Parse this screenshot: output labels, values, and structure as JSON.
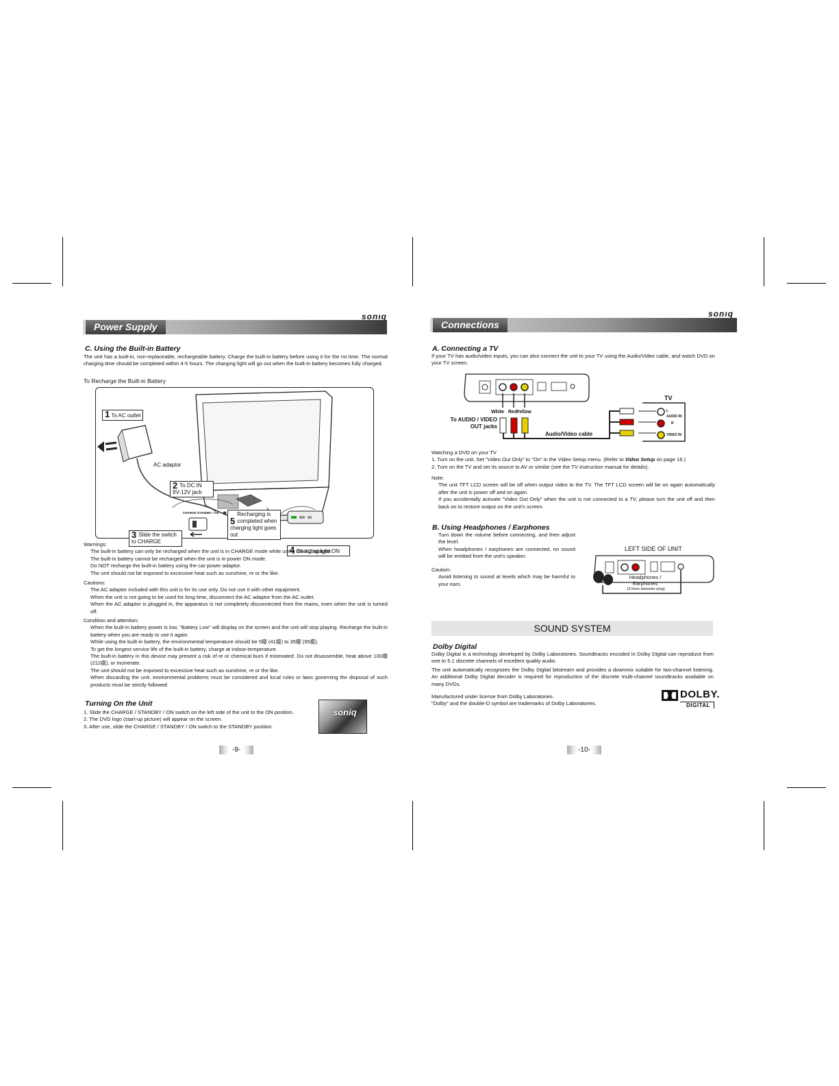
{
  "left_page": {
    "brand": "sonıq",
    "section_title": "Power Supply",
    "heading": "C. Using the Built-in Battery",
    "intro": "The unit has a built-in, non-replaceable, rechargeable battery. Charge the built-in battery before using it for the   rst time. The normal charging time should be completed within 4-5 hours. The charging light will go out when the built-in battery becomes fully charged.",
    "recharge_label": "To Recharge the Built-in Battery",
    "diagram": {
      "step1": "To AC outlet",
      "adaptor": "AC adaptor",
      "step2": "To DC IN 9V-12V jack",
      "step3": "Slide the switch to CHARGE",
      "switch_labels": "CHARGE  STANDBY / ON",
      "step5": "Recharging is completed when charging light goes out",
      "step4": "Charging light ON"
    },
    "warnings_title": "Warnings:",
    "warnings": [
      "The built-in battery can only be recharged when the unit is in CHARGE mode while using the AC adaptor.",
      "The built-in battery cannot be recharged when the unit is in power ON mode.",
      "Do NOT recharge the built-in battery using the car power adaptor.",
      "The unit should not be exposed to excessive heat such as sunshine,  re or the like."
    ],
    "cautions_title": "Cautions:",
    "cautions": [
      "The AC adaptor included with this unit is for its use only. Do not use it with other equipment.",
      "When the unit is not going to be used for long time, disconnect the AC adaptor from the AC outlet.",
      "When the AC adaptor is plugged in, the apparatus is not completely disconnected from the mains, even when the unit is turned off."
    ],
    "condition_title": "Condition and attention:",
    "condition": [
      "When the built-in battery power is low, \"Battery Low\" will display on the screen and the unit will stop playing. Recharge the built-in battery when you are ready to use it again.",
      "While using the built-in battery, the environmental temperature should be 5癈 (41癋) to 35癈 (95癋).",
      "To get the longest service life of the built-in battery, charge at indoor-temperature.",
      "The built-in battery in this device may present a risk of   re or chemical burn if mistreated. Do not disassemble, heat above 100癈 (212癋), or incinerate.",
      "The unit should not be exposed to excessive heat such as sunshine,  re or the like.",
      "When discarding the unit, environmental problems must be considered and local rules or laws governing the disposal of such products must be strictly followed."
    ],
    "turning_heading": "Turning On the Unit",
    "turning_steps": [
      "1.  Slide the CHARGE / STANDBY / ON switch on the left side of the unit to the ON position.",
      "2.  The DVD logo (start-up picture) will appear on the screen.",
      "3.  After use, slide the CHARGE / STANDBY / ON  switch to the STANDBY position."
    ],
    "logo_text": "soniq",
    "page_number": "-9-"
  },
  "right_page": {
    "brand": "sonıq",
    "section_title": "Connections",
    "heading_a": "A. Connecting a TV",
    "intro_a": "If your TV has audio/video inputs, you can also connect the unit to your TV using the Audio/Video cable, and watch DVD on your TV screen.",
    "diagram_a": {
      "white": "White",
      "red": "Red",
      "yellow": "Yellow",
      "jacks": "To AUDIO / VIDEO OUT jacks",
      "cable": "Audio/Video cable",
      "tv": "TV",
      "audio_in": "AUDIO IN",
      "video_in": "VIDEO IN",
      "l": "L",
      "r": "R"
    },
    "watching_title": "Watching a DVD on your TV",
    "watching_1a": "1.  Turn on the unit. Set \"Video Out Only\" to \"On\" in the Video Setup menu. (Refer to ",
    "watching_1b": "Video Setup",
    "watching_1c": " on page 16.)",
    "watching_2": "2.  Turn on the TV and set its source to AV or similar (see the TV instruction manual for details).",
    "note_title": "Note:",
    "notes": [
      "The unit TFT LCD screen will be off when output video to the TV. The TFT LCD screen will be on again automatically after the unit is power off and on again.",
      "If you accidentally activate \"Video Out Only\" when the unit is not connected to a TV, please turn the unit off and then back on to restore output on the unit's screen."
    ],
    "heading_b": "B. Using Headphones / Earphones",
    "headphone_lines": [
      "Turn down the volume before connecting, and then adjust the level.",
      "When headphones / earphones are connected, no sound will be emitted from the unit's speaker."
    ],
    "caution_title": "Caution:",
    "caution_text": "Avoid listening to sound at levels which may be harmful to your ears.",
    "diagram_b": {
      "side": "LEFT SIDE OF UNIT",
      "hp": "Headphones / Earphones",
      "plug": "(3.5mm diameter plug)"
    },
    "sound_title": "SOUND SYSTEM",
    "dolby_heading": "Dolby Digital",
    "dolby_p1": "Dolby Digital is a technology developed by Dolby Laboratories. Soundtracks encoded in Dolby Digital can reproduce from one to 5.1 discrete channels of excellent quality audio.",
    "dolby_p2": "The unit automatically recognizes the Dolby Digital bitstream and provides a downmix suitable for two-channel listening. An additional Dolby Digital decoder is required for reproduction of the discrete multi-channel soundtracks available on many DVDs.",
    "license_1": "Manufactured under license from Dolby Laboratories.",
    "license_2": "\"Dolby\" and the double-D symbol are trademarks of Dolby Laboratories.",
    "dolby_logo": "DOLBY.",
    "dolby_logo_sub": "DIGITAL",
    "page_number": "-10-"
  }
}
